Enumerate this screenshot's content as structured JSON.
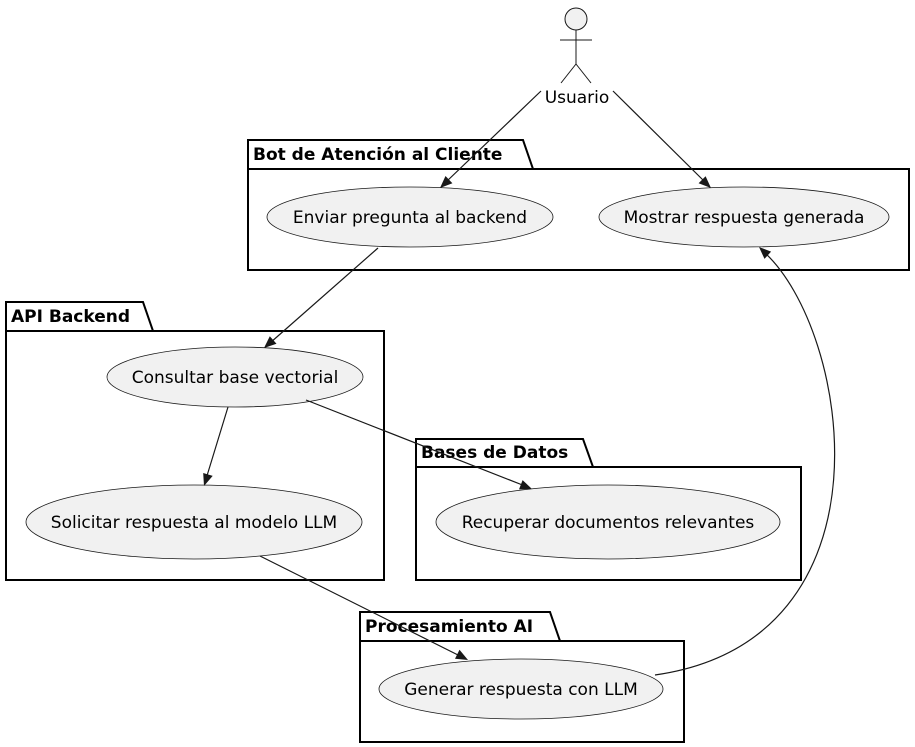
{
  "diagram": {
    "actor": {
      "label": "Usuario"
    },
    "packages": {
      "bot": {
        "title": "Bot de Atención al Cliente"
      },
      "api": {
        "title": "API Backend"
      },
      "db": {
        "title": "Bases de Datos"
      },
      "ai": {
        "title": "Procesamiento AI"
      }
    },
    "usecases": {
      "enviar": "Enviar pregunta al backend",
      "mostrar": "Mostrar respuesta generada",
      "consultar": "Consultar base vectorial",
      "solicitar": "Solicitar respuesta al modelo LLM",
      "recuperar": "Recuperar documentos relevantes",
      "generar": "Generar respuesta con LLM"
    },
    "colors": {
      "usecase_fill": "#f1f1f1",
      "line": "#181818",
      "package_border": "#000000"
    }
  }
}
